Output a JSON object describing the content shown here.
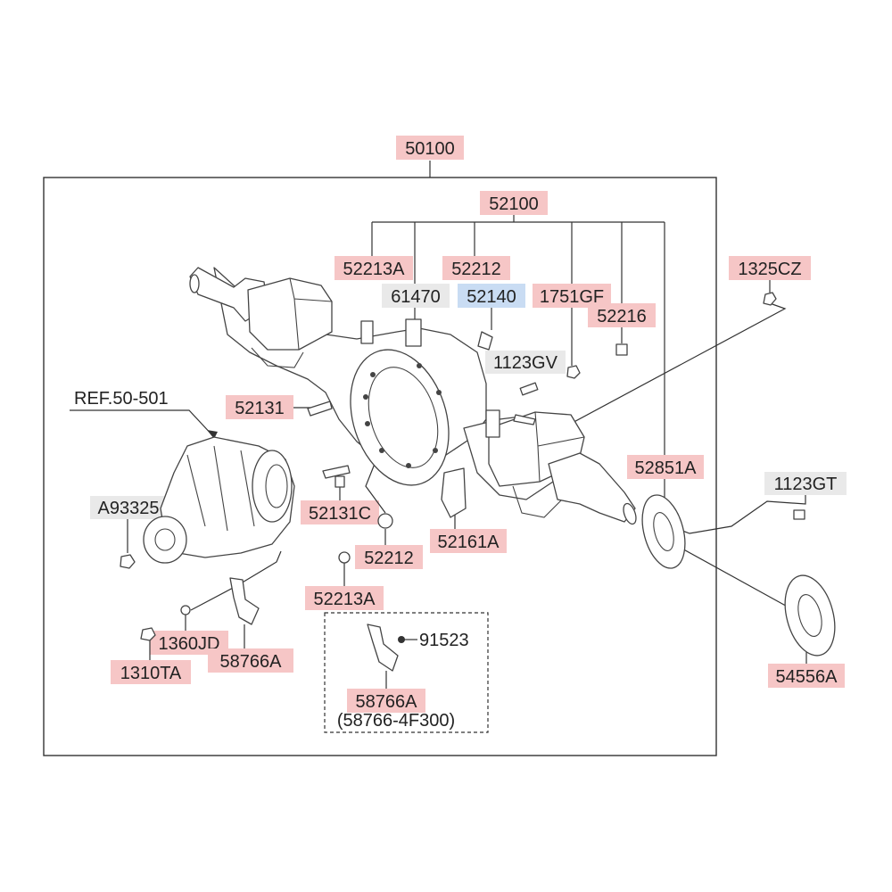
{
  "diagram": {
    "assembly_number": "50100",
    "housing_group": "52100",
    "reference": "REF.50-501",
    "kit_number": "58766A",
    "kit_part_number": "(58766-4F300)",
    "highlight_colors": {
      "red": "#f6c6c6",
      "blue": "#c9dcf3",
      "gray": "#e9e9e9"
    },
    "parts": {
      "p52213A_top": "52213A",
      "p52212_top": "52212",
      "p61470": "61470",
      "p52140": "52140",
      "p1751GF": "1751GF",
      "p52216": "52216",
      "p1325CZ": "1325CZ",
      "p1123GV": "1123GV",
      "p52131": "52131",
      "p52851A": "52851A",
      "p1123GT": "1123GT",
      "pA93325": "A93325",
      "p52131C": "52131C",
      "p52212_bot": "52212",
      "p52161A": "52161A",
      "p52213A_bot": "52213A",
      "p1360JD": "1360JD",
      "p1310TA": "1310TA",
      "p58766A": "58766A",
      "p91523": "91523",
      "p54556A": "54556A"
    }
  }
}
